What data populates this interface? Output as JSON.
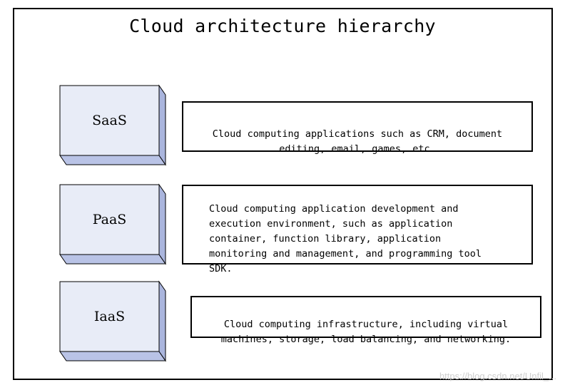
{
  "title": "Cloud architecture hierarchy",
  "layers": [
    {
      "name": "SaaS",
      "description": "Cloud computing applications such as CRM, document\nediting, email, games, etc."
    },
    {
      "name": "PaaS",
      "description": "Cloud computing application development and\nexecution environment, such as application\ncontainer, function library, application\nmonitoring and management, and programming tool\nSDK."
    },
    {
      "name": "IaaS",
      "description": "Cloud computing infrastructure, including virtual\nmachines, storage, load balancing, and networking."
    }
  ],
  "watermark": "https://blog.csdn.net/Unfil_...",
  "colors": {
    "block_face": "#e8ecf7",
    "block_side": "#aab5dd",
    "block_bottom": "#b9c3e6",
    "stroke": "#000000"
  }
}
